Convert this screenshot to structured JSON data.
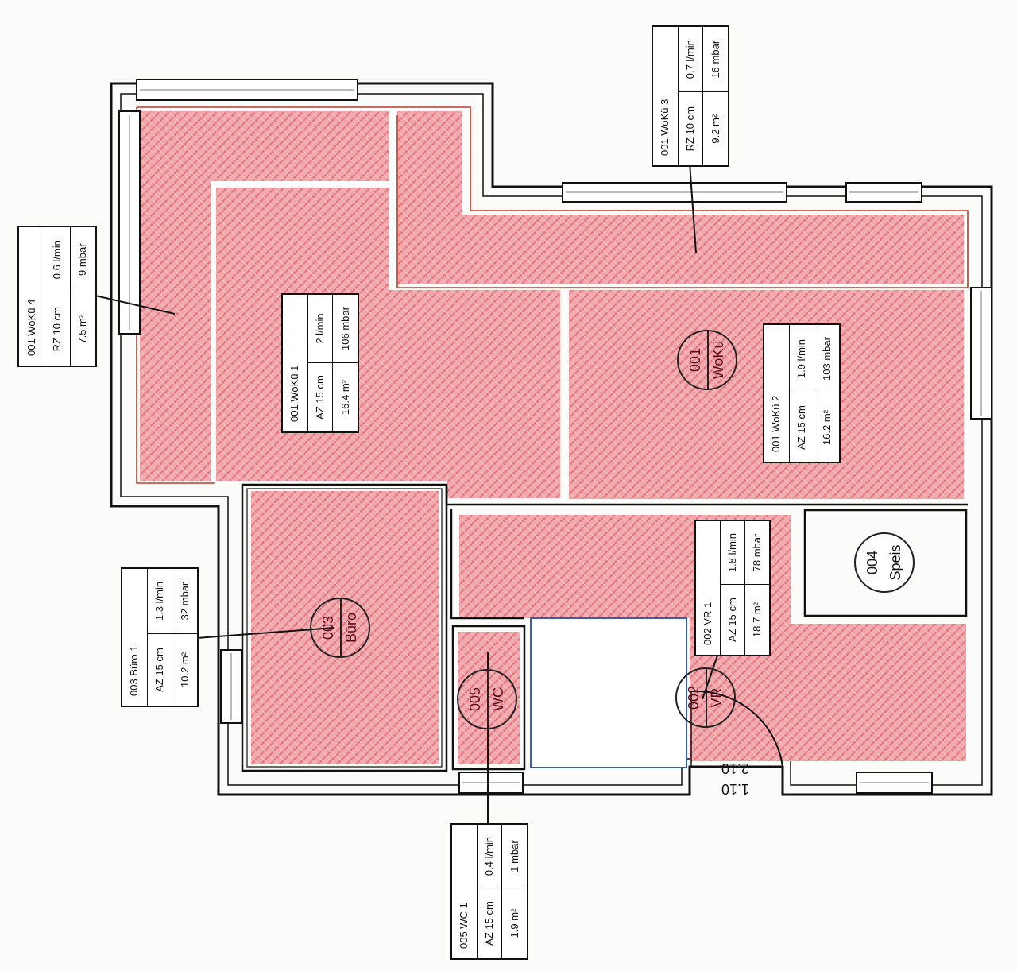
{
  "rooms": {
    "woku4": {
      "title": "001  WoKü 4",
      "pipe": "RZ 10 cm",
      "flow": "0.6 l/min",
      "area": "7.5 m²",
      "pressure": "9 mbar"
    },
    "woku3": {
      "title": "001  WoKü 3",
      "pipe": "RZ 10 cm",
      "flow": "0.7 l/min",
      "area": "9.2 m²",
      "pressure": "16 mbar"
    },
    "woku1": {
      "title": "001  WoKü 1",
      "pipe": "AZ 15 cm",
      "flow": "2 l/min",
      "area": "16.4 m²",
      "pressure": "106 mbar"
    },
    "woku2": {
      "title": "001  WoKü 2",
      "pipe": "AZ 15 cm",
      "flow": "1.9 l/min",
      "area": "16.2 m²",
      "pressure": "103 mbar"
    },
    "vr1": {
      "title": "002  VR 1",
      "pipe": "AZ 15 cm",
      "flow": "1.8 l/min",
      "area": "18.7 m²",
      "pressure": "78 mbar"
    },
    "buro1": {
      "title": "003  Büro 1",
      "pipe": "AZ 15 cm",
      "flow": "1.3 l/min",
      "area": "10.2 m²",
      "pressure": "32 mbar"
    },
    "wc1": {
      "title": "005  WC 1",
      "pipe": "AZ 15 cm",
      "flow": "0.4 l/min",
      "area": "1.9 m²",
      "pressure": "1 mbar"
    }
  },
  "tags": {
    "woku": {
      "num": "001",
      "name": "WoKü"
    },
    "vr": {
      "num": "002",
      "name": "VR"
    },
    "buro": {
      "num": "003",
      "name": "Büro"
    },
    "speis": {
      "num": "004",
      "name": "Speis"
    },
    "wc": {
      "num": "005",
      "name": "WC"
    }
  },
  "door_dimension": {
    "width": "1.10",
    "height": "2.10"
  },
  "colors": {
    "heating_zone": "#f0a8ad",
    "hatch": "#e0727c",
    "zone_outline": "#c0392b",
    "shaft_outline": "#3b5bb5"
  }
}
